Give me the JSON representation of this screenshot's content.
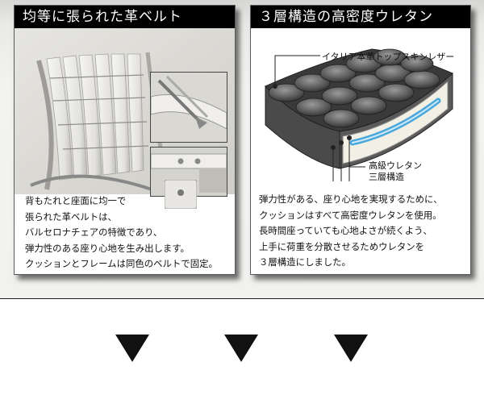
{
  "left_panel": {
    "title": "均等に張られた革ベルト",
    "body_lines": [
      "背もたれと座面に均一で",
      "張られた革ベルトは、",
      "バルセロナチェアの特徴であり、",
      "弾力性のある座り心地を生み出します。",
      "クッションとフレームは同色のベルトで固定。"
    ]
  },
  "right_panel": {
    "title": "３層構造の高密度ウレタン",
    "labels": {
      "top_leather": "イタリア本革トップスキンレザー",
      "urethane_1": "高級ウレタン",
      "urethane_2": "三層構造"
    },
    "body_lines": [
      "弾力性がある、座り心地を実現するために、",
      "クッションはすべて高密度ウレタンを使用。",
      "長時間座っていても心地よさが続くよう、",
      "上手に荷重を分散させるためウレタンを",
      "３層構造にしました。"
    ]
  },
  "colors": {
    "header_bg": "#000000",
    "header_text": "#ffffff",
    "leather": "#6e6e6e",
    "urethane": "#f2f0e4",
    "accent_blue": "#4aa7dc"
  },
  "icons": {
    "scroll_arrows": [
      "arrow-down-icon",
      "arrow-down-icon",
      "arrow-down-icon"
    ]
  }
}
